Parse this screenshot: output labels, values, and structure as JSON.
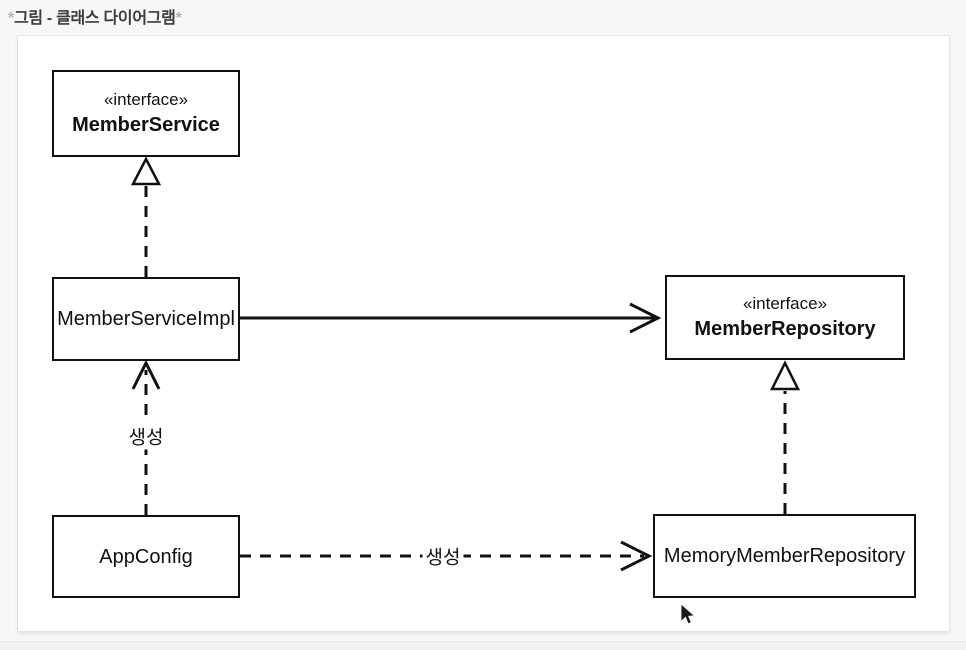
{
  "caption": {
    "prefix": "*",
    "text": "그림 - 클래스 다이어그램",
    "suffix": "*"
  },
  "diagram": {
    "boxes": [
      {
        "id": "member-service",
        "stereotype": "«interface»",
        "name": "MemberService"
      },
      {
        "id": "member-service-impl",
        "name": "MemberServiceImpl"
      },
      {
        "id": "member-repository",
        "stereotype": "«interface»",
        "name": "MemberRepository"
      },
      {
        "id": "app-config",
        "name": "AppConfig"
      },
      {
        "id": "memory-member-repository",
        "name": "MemoryMemberRepository"
      }
    ],
    "edges": [
      {
        "from": "MemberServiceImpl",
        "to": "MemberService",
        "type": "realization",
        "style": "dashed-hollow-triangle",
        "label": ""
      },
      {
        "from": "MemberServiceImpl",
        "to": "MemberRepository",
        "type": "dependency",
        "style": "solid-open-arrow",
        "label": ""
      },
      {
        "from": "AppConfig",
        "to": "MemberServiceImpl",
        "type": "create",
        "style": "dashed-open-arrow",
        "label": "생성"
      },
      {
        "from": "AppConfig",
        "to": "MemoryMemberRepository",
        "type": "create",
        "style": "dashed-open-arrow",
        "label": "생성"
      },
      {
        "from": "MemoryMemberRepository",
        "to": "MemberRepository",
        "type": "realization",
        "style": "dashed-hollow-triangle",
        "label": ""
      }
    ],
    "colors": {
      "line": "#111111",
      "box_border": "#111111",
      "box_background": "#ffffff",
      "canvas_background": "#ffffff",
      "page_background": "#f7f7f7",
      "caption_text": "#3b3b3b",
      "caption_asterisk": "#b3b3b3"
    }
  }
}
